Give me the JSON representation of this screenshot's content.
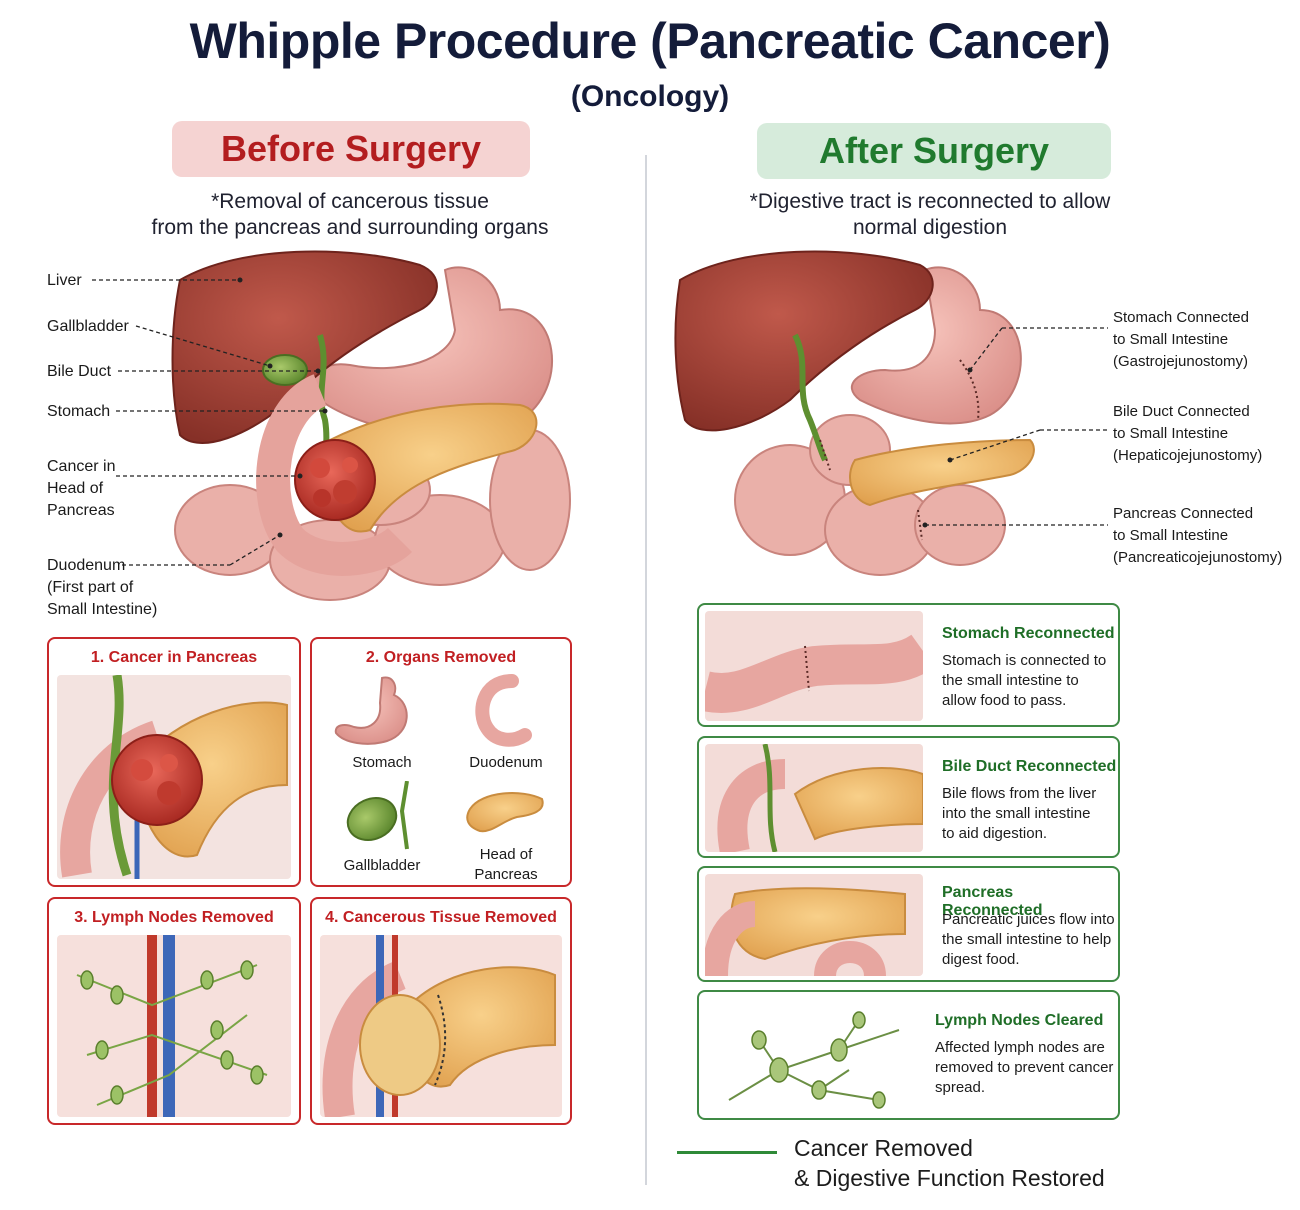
{
  "header": {
    "title": "Whipple Procedure (Pancreatic Cancer)",
    "subtitle": "(Oncology)"
  },
  "before": {
    "heading": "Before Surgery",
    "note_line1": "*Removal of cancerous tissue",
    "note_line2": "from the pancreas and surrounding organs",
    "labels": {
      "liver": "Liver",
      "gallbladder": "Gallbladder",
      "bile_duct": "Bile Duct",
      "stomach": "Stomach",
      "cancer_line1": "Cancer in",
      "cancer_line2": "Head of",
      "cancer_line3": "Pancreas",
      "duodenum_line1": "Duodenum",
      "duodenum_line2": "(First part of",
      "duodenum_line3": "Small Intestine)"
    },
    "panels": {
      "p1_title": "1. Cancer in Pancreas",
      "p2_title": "2. Organs Removed",
      "p2_stomach": "Stomach",
      "p2_duodenum": "Duodenum",
      "p2_gallbladder": "Gallbladder",
      "p2_head_line1": "Head of",
      "p2_head_line2": "Pancreas",
      "p3_title": "3. Lymph Nodes Removed",
      "p4_title": "4. Cancerous Tissue Removed"
    }
  },
  "after": {
    "heading": "After Surgery",
    "note_line1": "*Digestive tract is reconnected to allow",
    "note_line2": "normal digestion",
    "labels": {
      "stomach_l1": "Stomach Connected",
      "stomach_l2": "to Small Intestine",
      "stomach_l3": "(Gastrojejunostomy)",
      "bile_l1": "Bile Duct Connected",
      "bile_l2": "to Small Intestine",
      "bile_l3": "(Hepaticojejunostomy)",
      "pancreas_l1": "Pancreas Connected",
      "pancreas_l2": "to Small Intestine",
      "pancreas_l3": "(Pancreaticojejunostomy)"
    },
    "cards": [
      {
        "title": "Stomach Reconnected",
        "l1": "Stomach is connected to",
        "l2": "the small intestine to",
        "l3": "allow food to pass."
      },
      {
        "title": "Bile Duct Reconnected",
        "l1": "Bile flows from the liver",
        "l2": "into the small intestine",
        "l3": "to aid digestion."
      },
      {
        "title": "Pancreas Reconnected",
        "l1": "Pancreatic juices flow into",
        "l2": "the small intestine to help",
        "l3": "digest food."
      },
      {
        "title": "Lymph Nodes Cleared",
        "l1": "Affected lymph nodes are",
        "l2": "removed to prevent cancer",
        "l3": "spread."
      }
    ],
    "footer_line1": "Cancer Removed",
    "footer_line2": "& Digestive Function Restored"
  },
  "colors": {
    "before_accent": "#c11f22",
    "after_accent": "#207a2e",
    "liver": "#9e3d32",
    "stomach": "#eba59f",
    "pancreas": "#eeb86a",
    "gallbladder": "#7fa64c",
    "tumor": "#cf3b2e"
  }
}
